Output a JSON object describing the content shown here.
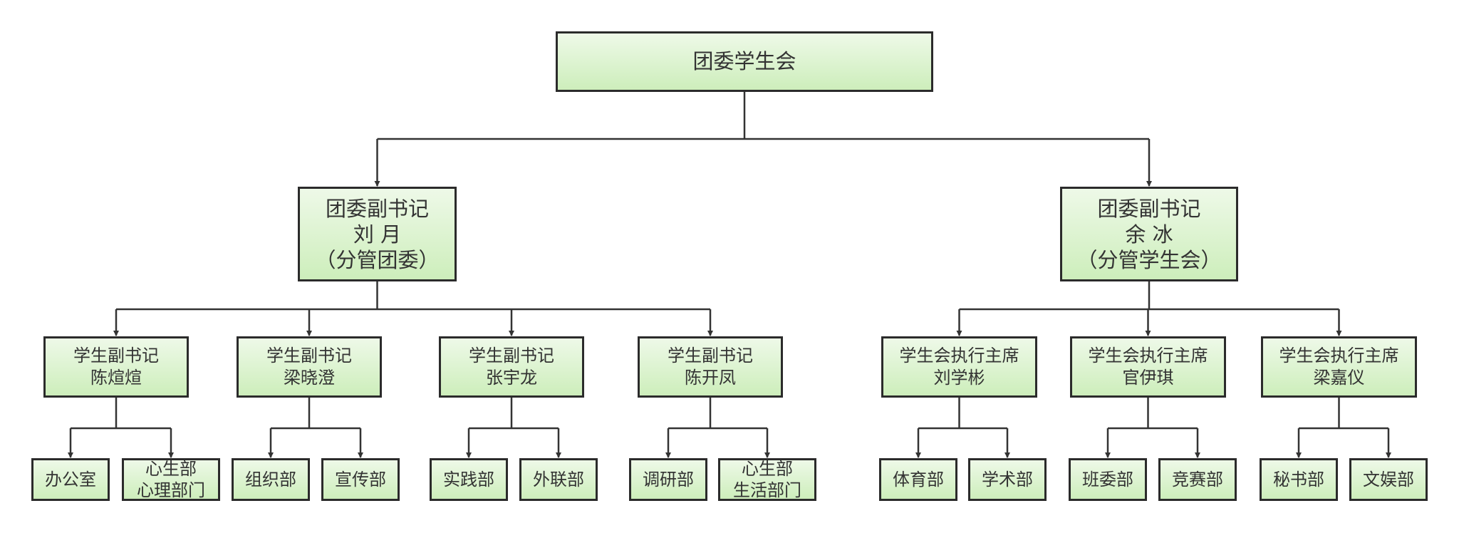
{
  "diagram": {
    "type": "org-chart",
    "colors": {
      "node_fill_top": "#eef9e8",
      "node_fill_bottom": "#cdeebb",
      "node_border": "#2b2b2b",
      "connector": "#333333",
      "text": "#333333"
    },
    "root": {
      "id": "root",
      "lines": [
        "团委学生会"
      ]
    },
    "level1": [
      {
        "id": "dep-liu",
        "parent": "root",
        "lines": [
          "团委副书记",
          "刘  月",
          "（分管团委）"
        ]
      },
      {
        "id": "dep-yu",
        "parent": "root",
        "lines": [
          "团委副书记",
          "余  冰",
          "（分管学生会）"
        ]
      }
    ],
    "level2": [
      {
        "id": "l2-1",
        "parent": "dep-liu",
        "lines": [
          "学生副书记",
          "陈煊煊"
        ]
      },
      {
        "id": "l2-2",
        "parent": "dep-liu",
        "lines": [
          "学生副书记",
          "梁晓澄"
        ]
      },
      {
        "id": "l2-3",
        "parent": "dep-liu",
        "lines": [
          "学生副书记",
          "张宇龙"
        ]
      },
      {
        "id": "l2-4",
        "parent": "dep-liu",
        "lines": [
          "学生副书记",
          "陈开凤"
        ]
      },
      {
        "id": "l2-5",
        "parent": "dep-yu",
        "lines": [
          "学生会执行主席",
          "刘学彬"
        ]
      },
      {
        "id": "l2-6",
        "parent": "dep-yu",
        "lines": [
          "学生会执行主席",
          "官伊琪"
        ]
      },
      {
        "id": "l2-7",
        "parent": "dep-yu",
        "lines": [
          "学生会执行主席",
          "梁嘉仪"
        ]
      }
    ],
    "level3": [
      {
        "id": "l3-1",
        "parent": "l2-1",
        "lines": [
          "办公室"
        ]
      },
      {
        "id": "l3-2",
        "parent": "l2-1",
        "lines": [
          "心生部",
          "心理部门"
        ]
      },
      {
        "id": "l3-3",
        "parent": "l2-2",
        "lines": [
          "组织部"
        ]
      },
      {
        "id": "l3-4",
        "parent": "l2-2",
        "lines": [
          "宣传部"
        ]
      },
      {
        "id": "l3-5",
        "parent": "l2-3",
        "lines": [
          "实践部"
        ]
      },
      {
        "id": "l3-6",
        "parent": "l2-3",
        "lines": [
          "外联部"
        ]
      },
      {
        "id": "l3-7",
        "parent": "l2-4",
        "lines": [
          "调研部"
        ]
      },
      {
        "id": "l3-8",
        "parent": "l2-4",
        "lines": [
          "心生部",
          "生活部门"
        ]
      },
      {
        "id": "l3-9",
        "parent": "l2-5",
        "lines": [
          "体育部"
        ]
      },
      {
        "id": "l3-10",
        "parent": "l2-5",
        "lines": [
          "学术部"
        ]
      },
      {
        "id": "l3-11",
        "parent": "l2-6",
        "lines": [
          "班委部"
        ]
      },
      {
        "id": "l3-12",
        "parent": "l2-6",
        "lines": [
          "竞赛部"
        ]
      },
      {
        "id": "l3-13",
        "parent": "l2-7",
        "lines": [
          "秘书部"
        ]
      },
      {
        "id": "l3-14",
        "parent": "l2-7",
        "lines": [
          "文娱部"
        ]
      }
    ]
  }
}
